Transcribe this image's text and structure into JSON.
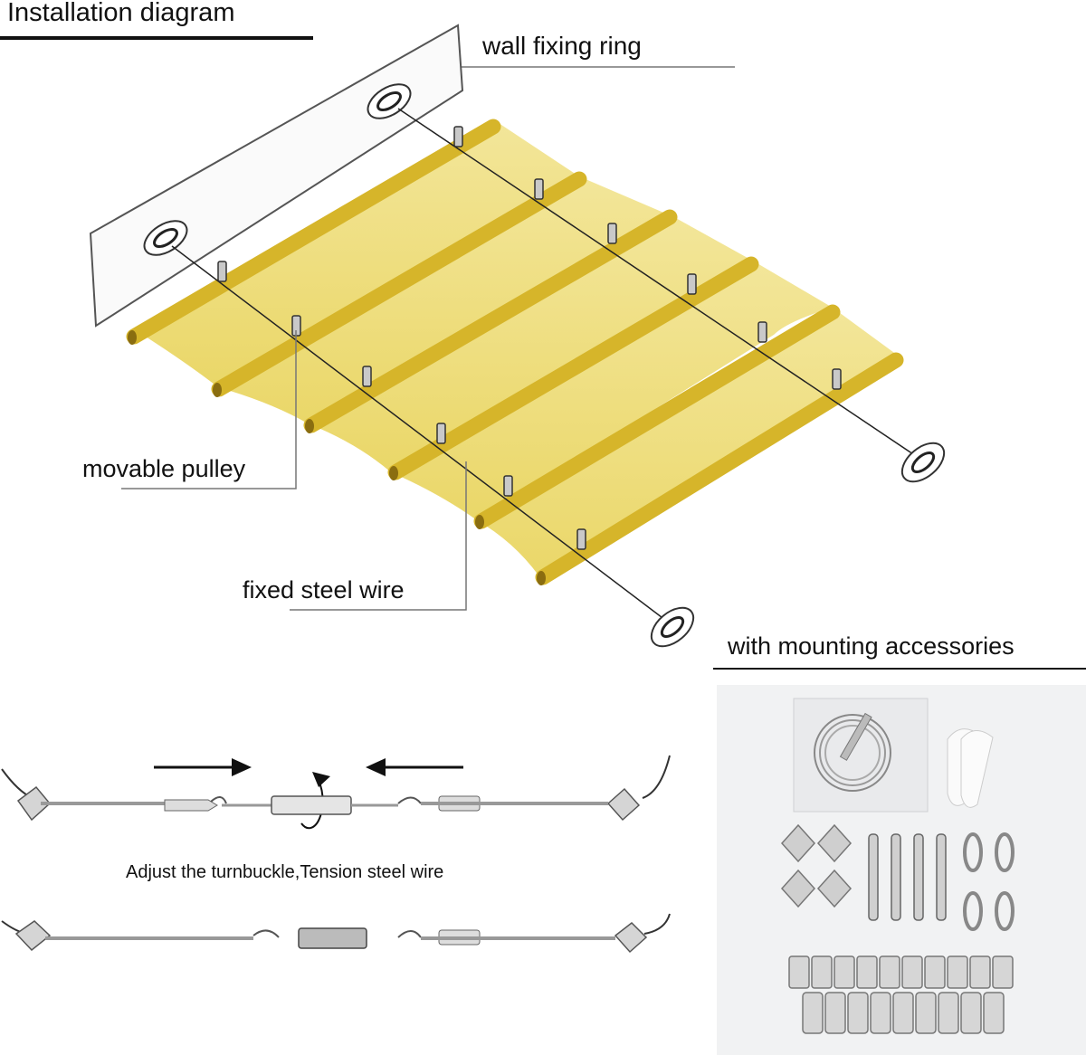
{
  "title": "Installation diagram",
  "labels": {
    "wall_fixing_ring": "wall fixing ring",
    "movable_pulley": "movable pulley",
    "fixed_steel_wire": "fixed steel wire"
  },
  "accessories_heading": "with mounting accessories",
  "turnbuckle_caption": "Adjust the turnbuckle,Tension steel wire",
  "colors": {
    "shade_fabric": "#f0e18a",
    "shade_rod": "#d8b82a",
    "line": "#222222",
    "photo_background": "#f1f2f3"
  },
  "icons": [
    "right-arrow-icon",
    "left-arrow-icon",
    "rotate-arrow-icon"
  ]
}
